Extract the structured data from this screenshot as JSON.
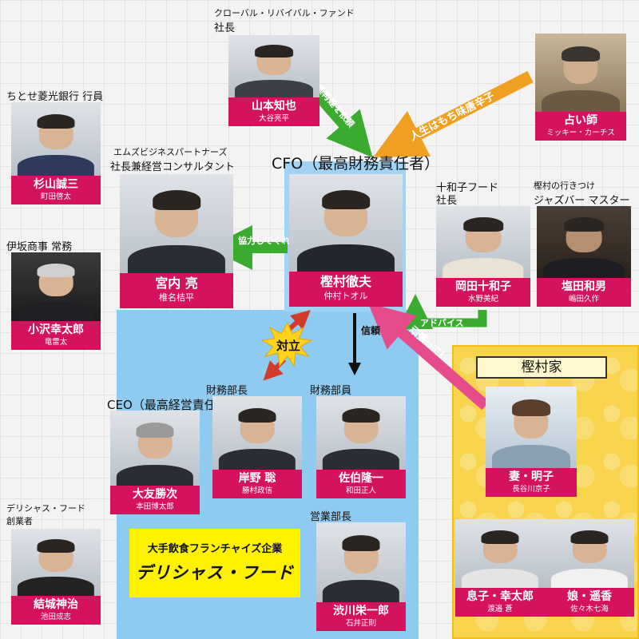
{
  "zone_labels": {
    "family_title": "樫村家",
    "company_line1": "大手飲食フランチャイズ企業",
    "company_line2": "デリシャス・フード"
  },
  "characters": {
    "yamamoto": {
      "org": "クローバル・リバイバル・ファンド",
      "title": "社長",
      "role": "山本知也",
      "actor": "大谷亮平"
    },
    "sugiyama": {
      "org": "ちとせ菱光銀行 行員",
      "role": "杉山誠三",
      "actor": "町田啓太"
    },
    "miyauchi": {
      "org": "エムズビジネスパートナーズ",
      "title": "社長兼経営コンサルタント",
      "role": "宮内 亮",
      "actor": "椎名桔平"
    },
    "ozawa": {
      "org": "伊坂商事 常務",
      "role": "小沢幸太郎",
      "actor": "竜雷太"
    },
    "kashimura": {
      "title": "CFO（最高財務責任者）",
      "role": "樫村徹夫",
      "actor": "仲村トオル"
    },
    "fortune": {
      "role": "占い師",
      "actor": "ミッキー・カーチス"
    },
    "okada": {
      "org": "十和子フード",
      "title": "社長",
      "role": "岡田十和子",
      "actor": "水野美紀"
    },
    "shiota": {
      "org": "樫村の行きつけ",
      "title": "ジャズバー マスター",
      "role": "塩田和男",
      "actor": "嶋田久作"
    },
    "otomo": {
      "title": "CEO（最高経営責任者）",
      "role": "大友勝次",
      "actor": "本田博太郎"
    },
    "kishino": {
      "title": "財務部長",
      "role": "岸野 聡",
      "actor": "勝村政信"
    },
    "saeki": {
      "title": "財務部員",
      "role": "佐伯隆一",
      "actor": "和田正人"
    },
    "shibukawa": {
      "title": "営業部長",
      "role": "渋川栄一郎",
      "actor": "石井正則"
    },
    "yuki": {
      "org": "デリシャス・フード",
      "title": "創業者",
      "role": "結城神治",
      "actor": "池田成志"
    },
    "akiko": {
      "role": "妻・明子",
      "actor": "長谷川京子"
    },
    "kotaro": {
      "role": "息子・幸太郎",
      "actor": "渡邉 蒼"
    },
    "haruka": {
      "role": "娘・遥香",
      "actor": "佐々木七海"
    }
  },
  "relations": {
    "fund_to_cfo": "企業再建を依頼",
    "fortune_to_cfo": "人生はもち味唐辛子",
    "cfo_to_miyauchi": "協力してくれ",
    "okada_to_cfo": "アドバイス",
    "family_to_cfo": "頑張って！",
    "conflict": "対立",
    "trust": "信頼"
  },
  "colors": {
    "plate": "#d5125d",
    "cfo_zone": "#9fd3f1",
    "company_zone": "#8fcaf0",
    "family_zone": "#f7d44c",
    "green_arrow": "#3aab2f",
    "orange_arrow": "#f0a020",
    "pink_arrow": "#e64b8c",
    "conflict_burst": "#ffd21e"
  }
}
